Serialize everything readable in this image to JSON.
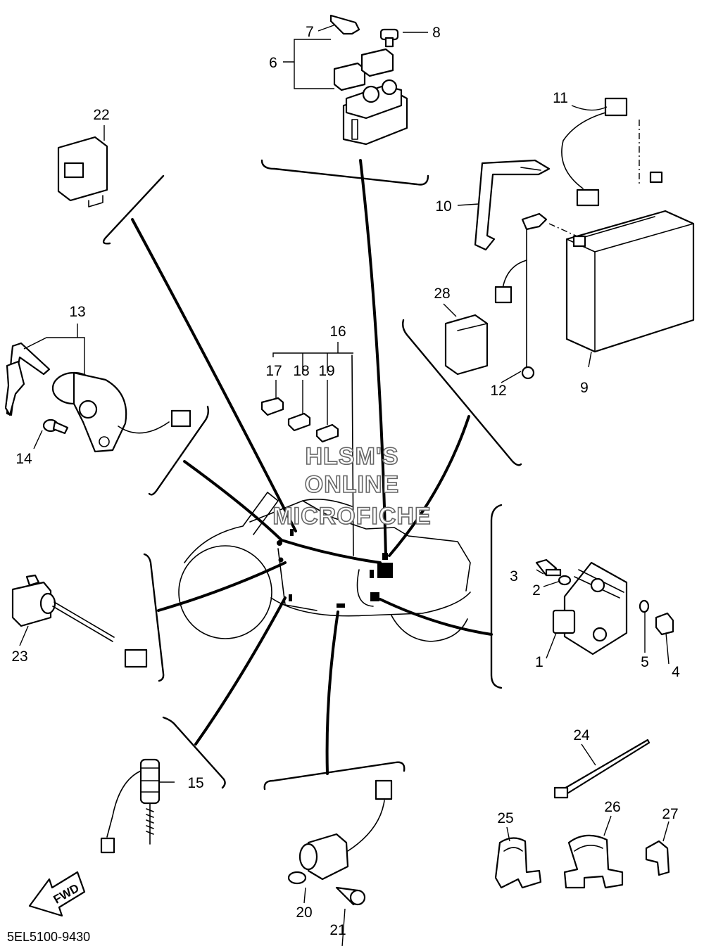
{
  "watermark": {
    "line1": "HLSM'S",
    "line2": "ONLINE",
    "line3": "MICROFICHE"
  },
  "footer": {
    "code": "5EL5100-9430"
  },
  "fwd_arrow": {
    "label": "FWD"
  },
  "callouts": {
    "c1": "1",
    "c2": "2",
    "c3": "3",
    "c4": "4",
    "c5": "5",
    "c6": "6",
    "c7": "7",
    "c8": "8",
    "c9": "9",
    "c10": "10",
    "c11": "11",
    "c12": "12",
    "c13": "13",
    "c14": "14",
    "c15": "15",
    "c16": "16",
    "c17": "17",
    "c18": "18",
    "c19": "19",
    "c20": "20",
    "c21": "21",
    "c22": "22",
    "c23": "23",
    "c24": "24",
    "c25": "25",
    "c26": "26",
    "c27": "27",
    "c28": "28"
  }
}
